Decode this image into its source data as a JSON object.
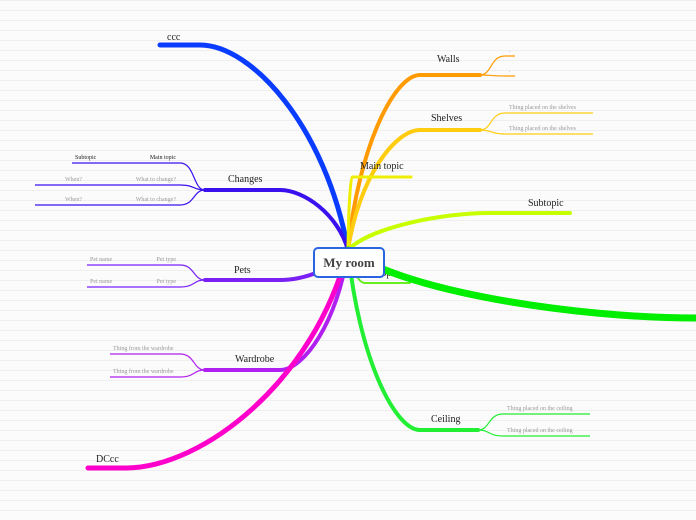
{
  "root": {
    "label": "My room",
    "border": "#2a64e0"
  },
  "branches": [
    {
      "id": "ccc",
      "label": "ccc",
      "color": "#0a3cff",
      "subs": []
    },
    {
      "id": "changes",
      "label": "Changes",
      "color": "#3a10ee",
      "subs": [
        {
          "left": "Subtopic",
          "right": "Main topic",
          "dark": true
        },
        {
          "left": "When?",
          "right": "What to change?"
        },
        {
          "left": "When?",
          "right": "What to change?"
        }
      ]
    },
    {
      "id": "pets",
      "label": "Pets",
      "color": "#7a20f5",
      "subs": [
        {
          "left": "Pet name",
          "right": "Pet type"
        },
        {
          "left": "Pet name",
          "right": "Pet type"
        }
      ]
    },
    {
      "id": "wardrobe",
      "label": "Wardrobe",
      "color": "#b020f0",
      "subs": [
        {
          "left": "Thing from the wardrobe",
          "right": ""
        },
        {
          "left": "Thing from the wardrobe",
          "right": ""
        }
      ]
    },
    {
      "id": "dccc",
      "label": "DCcc",
      "color": "#ff00cc",
      "subs": []
    },
    {
      "id": "walls",
      "label": "Walls",
      "color": "#ff9a00",
      "subs": [
        {
          "right": "."
        },
        {
          "right": "."
        }
      ]
    },
    {
      "id": "shelves",
      "label": "Shelves",
      "color": "#ffcc10",
      "subs": [
        {
          "right": "Thing placed on the shelves"
        },
        {
          "right": "Thing placed on the shelves"
        }
      ]
    },
    {
      "id": "main-topic-1",
      "label": "Main topic",
      "color": "#eeee00",
      "subs": []
    },
    {
      "id": "subtopic",
      "label": "Subtopic",
      "color": "#c8ff00",
      "subs": []
    },
    {
      "id": "main-topic-2",
      "label": "Main topic",
      "color": "#66ee22",
      "subs": []
    },
    {
      "id": "unnamed",
      "label": "",
      "color": "#00ee00",
      "subs": []
    },
    {
      "id": "ceiling",
      "label": "Ceiling",
      "color": "#22ee33",
      "subs": [
        {
          "right": "Thing placed on the ceiling"
        },
        {
          "right": "Thing placed on the ceiling"
        }
      ]
    }
  ]
}
